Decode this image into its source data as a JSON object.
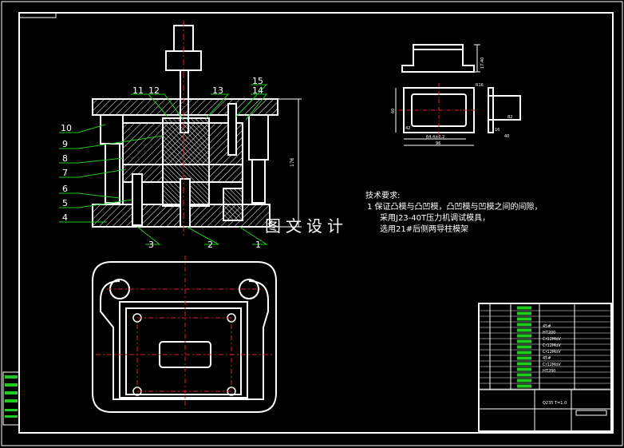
{
  "part_numbers": [
    "1",
    "2",
    "3",
    "4",
    "5",
    "6",
    "7",
    "8",
    "9",
    "10",
    "11",
    "12",
    "13",
    "14",
    "15"
  ],
  "dims": {
    "top_height": "17.40",
    "height_total": "176",
    "r_small": "R16",
    "width_60": "60",
    "half_42": "42",
    "inner_width": "64.4±0.2",
    "outer_width": "96",
    "side_82": "82",
    "side_40": "40",
    "side_16": "16"
  },
  "notes": {
    "heading": "技术要求:",
    "line1": "1  保证凸模与凸凹模，凸凹模与凹模之间的间隙，",
    "line2": "采用J23-40T压力机调试模具，",
    "line3": "选用21#后侧两导柱模架"
  },
  "watermark": "图文设计",
  "title_block": {
    "material": "Q235  T=1.0",
    "row_values": [
      "45#",
      "HT200",
      "Cr12MoV",
      "Cr12MoV",
      "Cr12MoV",
      "45#",
      "Cr12MoV",
      "HT200"
    ]
  }
}
